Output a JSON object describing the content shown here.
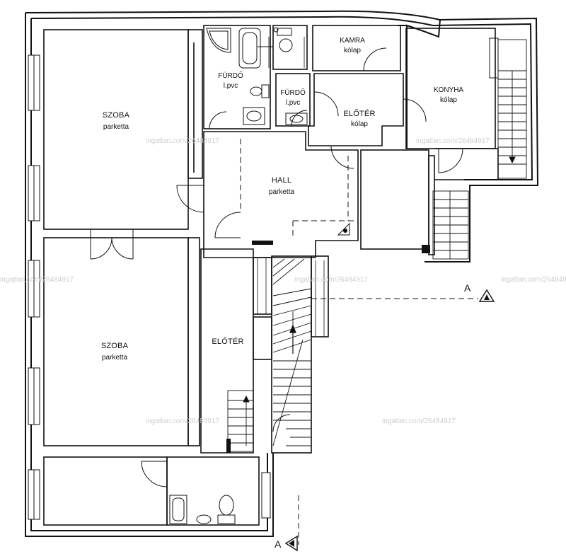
{
  "rooms": {
    "szoba1": {
      "name": "SZOBA",
      "floor": "parketta"
    },
    "szoba2": {
      "name": "SZOBA",
      "floor": "parketta"
    },
    "furdo1": {
      "name": "FÜRDŐ",
      "floor": "l.pvc"
    },
    "furdo2": {
      "name": "FÜRDŐ",
      "floor": "l.pvc"
    },
    "kamra": {
      "name": "KAMRA",
      "floor": "kólap"
    },
    "eloter1": {
      "name": "ELŐTÉR",
      "floor": "kólap"
    },
    "konyha": {
      "name": "KONYHA",
      "floor": "kólap"
    },
    "hall": {
      "name": "HALL",
      "floor": "parketta"
    },
    "eloter2": {
      "name": "ELŐTÉR"
    }
  },
  "section_marker": "A",
  "watermark": "ingatlan.com/26484917"
}
